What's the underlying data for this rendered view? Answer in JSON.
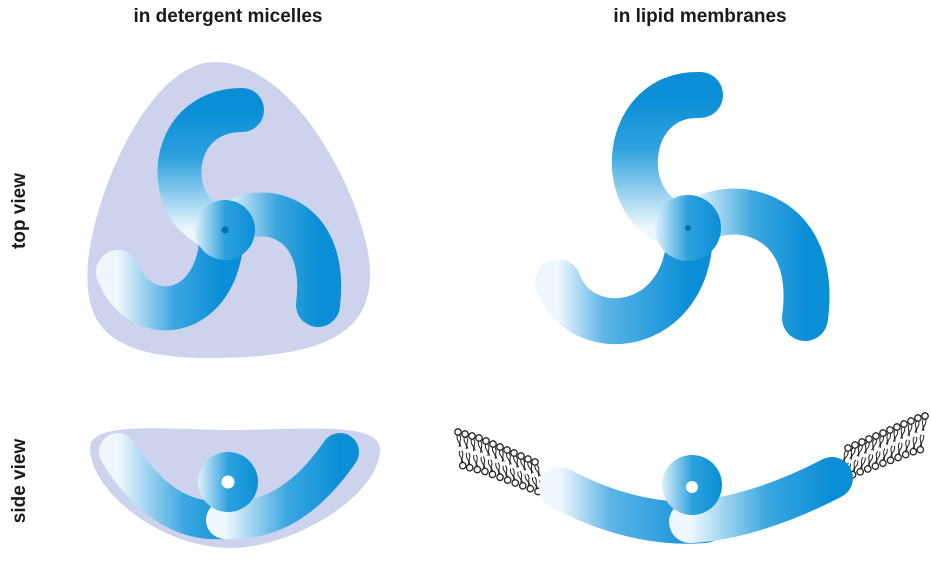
{
  "columns": {
    "micelles": "in detergent micelles",
    "membranes": "in lipid membranes"
  },
  "rows": {
    "top": "top view",
    "side": "side view"
  },
  "colors": {
    "micelle_fill": "#cdd3ec",
    "arm_dark": "#0a8ed6",
    "arm_light": "#eef7fd",
    "lipid": "#222222"
  }
}
